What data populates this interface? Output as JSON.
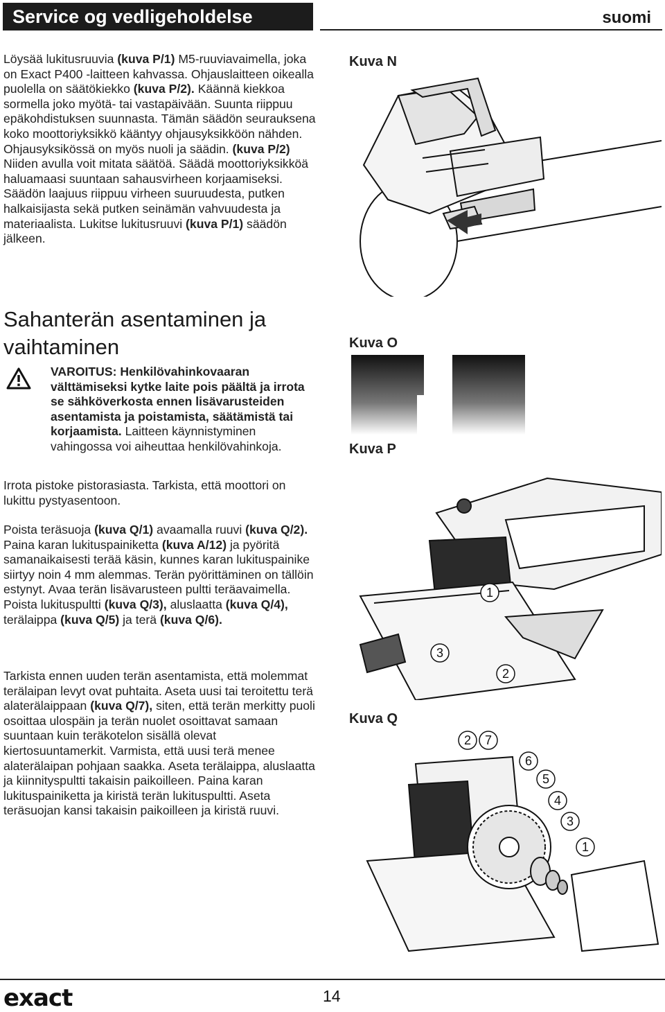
{
  "header": {
    "title": "Service og vedligeholdelse",
    "language": "suomi"
  },
  "intro": {
    "t1": "Löysää lukitusruuvia ",
    "b1": "(kuva P/1)",
    "t2": " M5-ruuviavaimella, joka on Exact P400 -laitteen kahvassa. Ohjauslaitteen oikealla puolella on säätökiekko ",
    "b2": "(kuva P/2).",
    "t3": " Käännä kiekkoa sormella joko myötä- tai vastapäivään. Suunta riippuu epäkohdistuksen suunnasta. Tämän säädön seurauksena koko moottoriyksikkö kääntyy ohjausyksikköön nähden. Ohjausyksikössä on myös nuoli ja säädin. ",
    "b3": "(kuva P/2)",
    "t4": " Niiden avulla voit mitata säätöä. Säädä moottoriyksikköä haluamaasi suuntaan sahausvirheen korjaamiseksi. Säädön laajuus riippuu virheen suuruudesta, putken halkaisijasta sekä putken seinämän vahvuudesta ja materiaalista. Lukitse lukitusruuvi ",
    "b4": "(kuva P/1)",
    "t5": " säädön jälkeen."
  },
  "section": {
    "title": "Sahanterän asentaminen ja vaihtaminen"
  },
  "warning": {
    "icon": "warning-triangle-icon",
    "bold": "VAROITUS: Henkilövahinkovaaran välttämiseksi kytke laite pois päältä ja irrota se sähköverkosta ennen lisävarusteiden asentamista ja poistamista, säätämistä tai korjaamista.",
    "normal": " Laitteen käynnistyminen vahingossa voi aiheuttaa henkilövahinkoja."
  },
  "para3": {
    "text": "Irrota pistoke pistorasiasta. Tarkista, että moottori on lukittu pystyasentoon."
  },
  "para4": {
    "t1": "Poista teräsuoja ",
    "b1": "(kuva Q/1)",
    "t2": " avaamalla ruuvi ",
    "b2": "(kuva Q/2).",
    "t3": " Paina karan lukituspainiketta ",
    "b3": "(kuva A/12)",
    "t4": " ja pyöritä samanaikaisesti terää käsin, kunnes karan lukituspainike siirtyy noin 4 mm alemmas. Terän pyörittäminen on tällöin estynyt. Avaa terän lisävarusteen pultti teräavaimella. Poista lukituspultti ",
    "b4": "(kuva Q/3),",
    "t5": " aluslaatta ",
    "b5": "(kuva Q/4),",
    "t6": " terälaippa ",
    "b6": "(kuva Q/5)",
    "t7": " ja terä ",
    "b7": "(kuva Q/6)."
  },
  "para5": {
    "t1": "Tarkista ennen uuden terän asentamista, että molemmat terälaipan levyt ovat puhtaita. Aseta uusi tai teroitettu terä alaterälaippaan ",
    "b1": "(kuva Q/7),",
    "t2": " siten, että terän merkitty puoli osoittaa ulospäin ja terän nuolet osoittavat samaan suuntaan kuin teräkotelon sisällä olevat kiertosuuntamerkit. Varmista, että uusi terä menee alaterälaipan pohjaan saakka. Aseta terälaippa, aluslaatta ja kiinnityspultti takaisin paikoilleen. Paina karan lukituspainiketta ja kiristä terän lukituspultti. Aseta teräsuojan kansi takaisin paikoilleen ja kiristä ruuvi."
  },
  "figures": {
    "n_label": "Kuva N",
    "o_label": "Kuva O",
    "p_label": "Kuva P",
    "q_label": "Kuva Q",
    "p_callouts": [
      "1",
      "2",
      "3"
    ],
    "q_callouts": [
      "2",
      "7",
      "6",
      "5",
      "4",
      "3",
      "1"
    ]
  },
  "footer": {
    "brand": "exact",
    "page": "14"
  },
  "colors": {
    "header_bg": "#1c1c1c",
    "header_text": "#ffffff",
    "text": "#222222"
  }
}
